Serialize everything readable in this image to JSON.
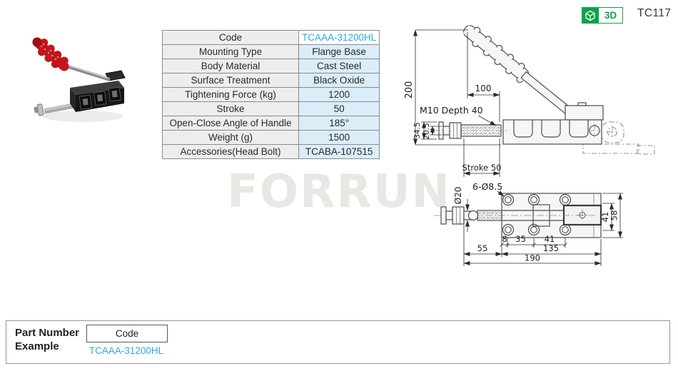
{
  "header": {
    "badge_3d": "3D",
    "page_code": "TC117"
  },
  "colors": {
    "accent_blue": "#29a9e1",
    "brand_green": "#0fa24b",
    "table_label_bg": "#ededee",
    "table_value_bg": "#daedf8"
  },
  "spec_table": {
    "rows": [
      {
        "label": "Code",
        "value": "TCAAA-31200HL"
      },
      {
        "label": "Mounting Type",
        "value": "Flange Base"
      },
      {
        "label": "Body Material",
        "value": "Cast Steel"
      },
      {
        "label": "Surface Treatment",
        "value": "Black Oxide"
      },
      {
        "label": "Tightening Force (kg)",
        "value": "1200"
      },
      {
        "label": "Stroke",
        "value": "50"
      },
      {
        "label": "Open-Close Angle of Handle",
        "value": "185°"
      },
      {
        "label": "Weight (g)",
        "value": "1500"
      },
      {
        "label": "Accessories(Head Bolt)",
        "value": "TCABA-107515"
      }
    ]
  },
  "side_view": {
    "dim_height": "200",
    "dim_offset": "100",
    "thread_label": "M10 Depth 40",
    "dim_head": "34.5",
    "dim_rod": "20.5",
    "stroke_label": "Stroke 50"
  },
  "top_view": {
    "holes_label": "6-Ø8.5",
    "rod_dia": "Ø20",
    "dim_8": "8",
    "dim_35": "35",
    "dim_41": "41",
    "dim_55": "55",
    "dim_135": "135",
    "dim_190": "190",
    "dim_41_side": "41",
    "dim_58": "58"
  },
  "watermark": {
    "text": "FORRUN"
  },
  "part_example": {
    "title_line1": "Part Number",
    "title_line2": "Example",
    "box_label": "Code",
    "code": "TCAAA-31200HL"
  }
}
